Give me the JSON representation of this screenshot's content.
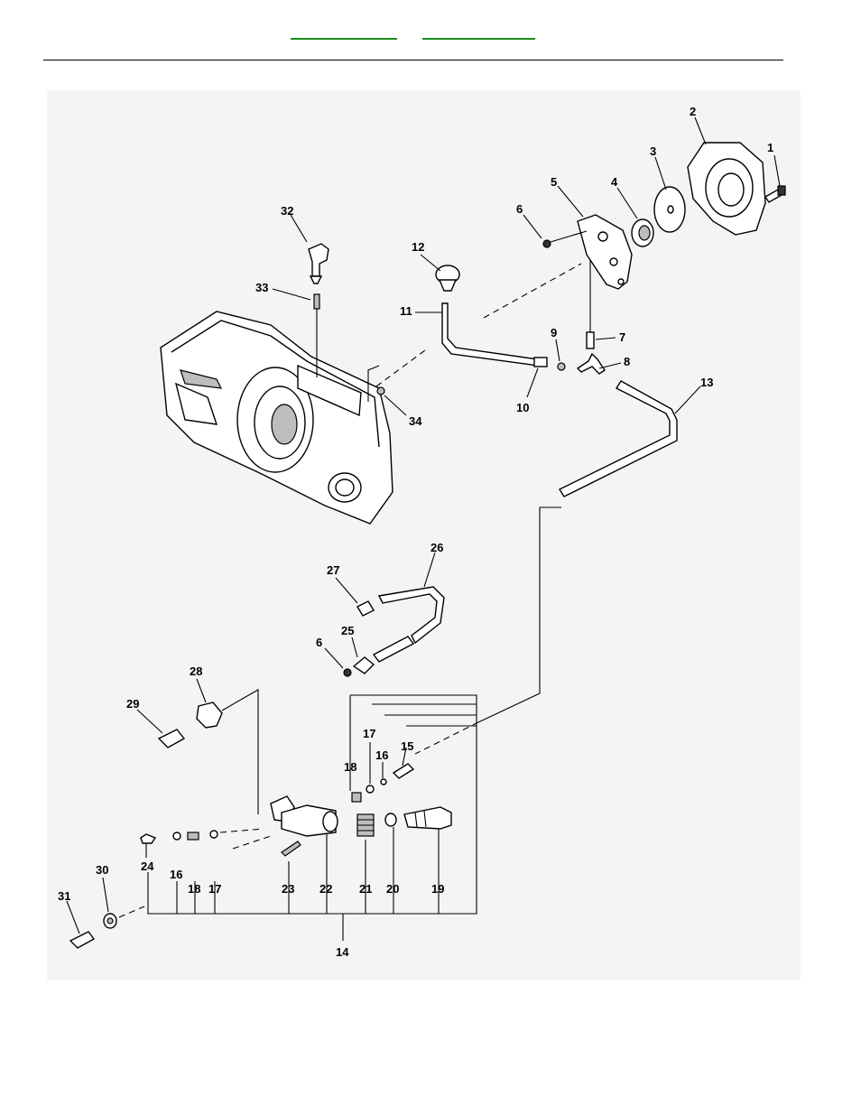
{
  "header": {
    "links": [
      "",
      ""
    ]
  },
  "callouts": {
    "c1": "1",
    "c2": "2",
    "c3": "3",
    "c4": "4",
    "c5": "5",
    "c6a": "6",
    "c7": "7",
    "c8": "8",
    "c9": "9",
    "c10": "10",
    "c11": "11",
    "c12": "12",
    "c13": "13",
    "c14": "14",
    "c15": "15",
    "c16a": "16",
    "c16b": "16",
    "c17a": "17",
    "c17b": "17",
    "c18a": "18",
    "c18b": "18",
    "c19": "19",
    "c20": "20",
    "c21": "21",
    "c22": "22",
    "c23": "23",
    "c24": "24",
    "c25": "25",
    "c26": "26",
    "c27": "27",
    "c28": "28",
    "c29": "29",
    "c30": "30",
    "c31": "31",
    "c32": "32",
    "c33": "33",
    "c34": "34",
    "c6b": "6"
  },
  "colors": {
    "link": "#1a8c1a",
    "panel": "#f4f4f4",
    "ink": "#000000"
  }
}
